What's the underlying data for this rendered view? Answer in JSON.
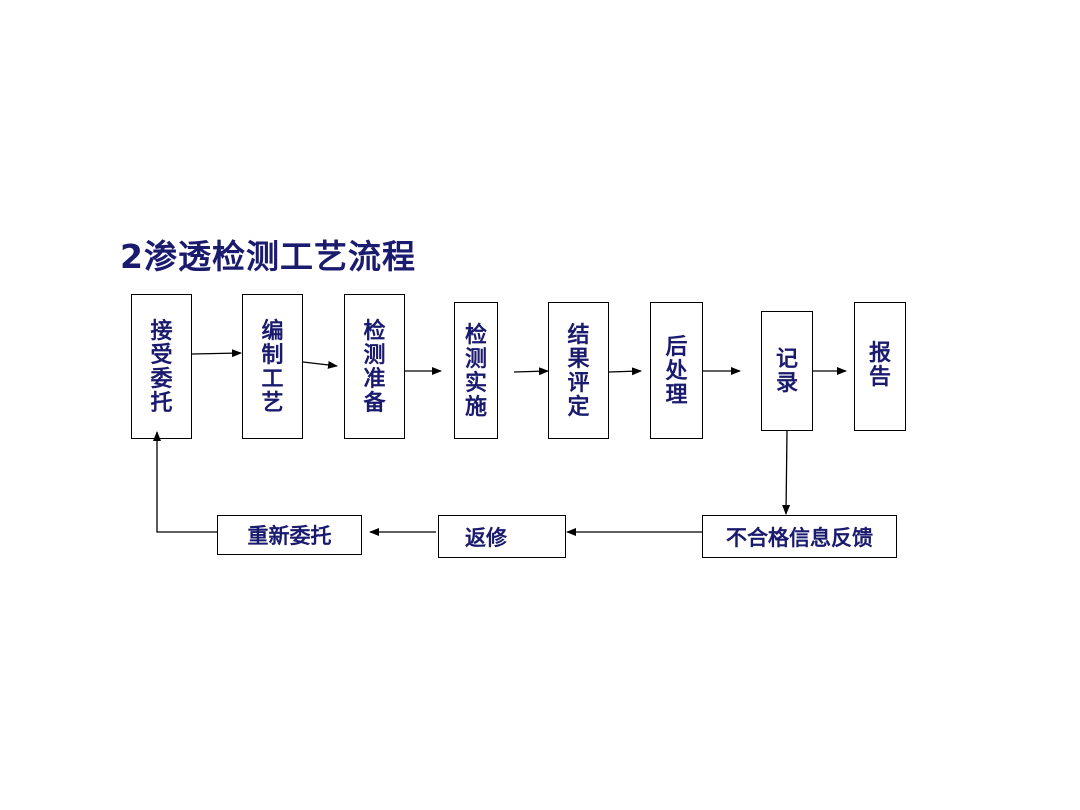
{
  "title": "2渗透检测工艺流程",
  "steps": [
    {
      "label": "接受委托"
    },
    {
      "label": "编制工艺"
    },
    {
      "label": "检测准备"
    },
    {
      "label": "检测实施"
    },
    {
      "label": "结果评定"
    },
    {
      "label": "后处理"
    },
    {
      "label": "记录"
    },
    {
      "label": "报告"
    }
  ],
  "feedback": [
    {
      "label": "不合格信息反馈"
    },
    {
      "label": "返修"
    },
    {
      "label": "重新委托"
    }
  ],
  "colors": {
    "text": "#1a1a6e",
    "line": "#000000"
  }
}
